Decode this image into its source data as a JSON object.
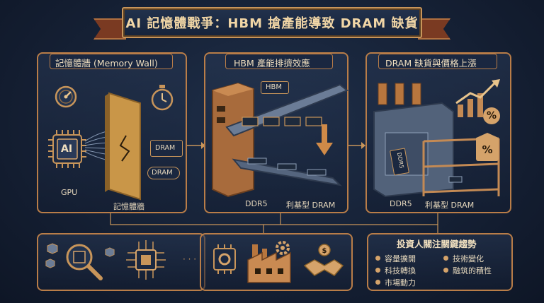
{
  "title": "AI 記憶體戰爭：HBM 搶產能導致 DRAM 缺貨",
  "panels": {
    "memory_wall": {
      "label": "記憶體牆 (Memory Wall)",
      "chip_text": "AI",
      "gpu_label": "GPU",
      "wall_label": "記憶體牆",
      "dram_chip": "DRAM",
      "dram_tag": "DRAM"
    },
    "hbm": {
      "label": "HBM 產能排擠效應",
      "hbm_tag": "HBM",
      "ddr5_label": "DDR5",
      "legacy_label": "利基型 DRAM"
    },
    "shortage": {
      "label": "DRAM 缺貨與價格上漲",
      "ddr5_chip": "DDR5",
      "ddr5_label": "DDR5",
      "legacy_label": "利基型 DRAM",
      "tag_percent": "%"
    },
    "trends": {
      "title": "投資人關注關鍵趨勢",
      "items": [
        "容量擴開",
        "技術變化",
        "科技轉換",
        "融筑的積性",
        "市場動力"
      ]
    }
  },
  "icons": [
    "gauge-icon",
    "stopwatch-icon",
    "chip-icon",
    "magnifier-icon",
    "gear-icon",
    "factory-icon",
    "handshake-icon",
    "coin-icon",
    "cube-icon",
    "trend-chart-icon",
    "price-tag-icon"
  ],
  "colors": {
    "accent": "#c8955a",
    "background": "#131d30",
    "panel_border": "#b97d48",
    "text": "#f0dfbf"
  }
}
